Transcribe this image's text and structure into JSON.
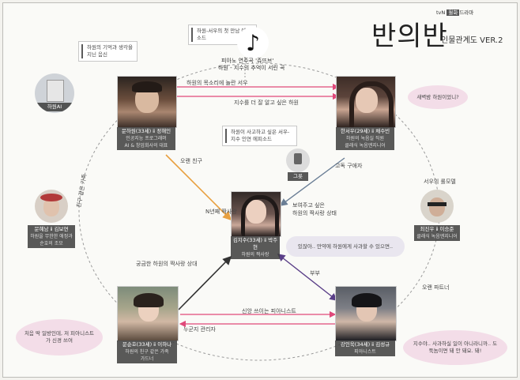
{
  "header": {
    "network": "tvN",
    "slot1": "월화",
    "slot2": "드라마",
    "title": "반의반",
    "subtitle": "인물관계도 VER.2"
  },
  "music": {
    "note_text": "하원-서우의 첫 만남 에피소드",
    "line1": "피아노 연주곡 '쥬뜨브'",
    "line2": "하원 - 지수의 추억이 서린 곡"
  },
  "ai_device": {
    "label": "하원AI",
    "note": "하원의 기억과 생각을 지닌 음신"
  },
  "characters": {
    "hawon": {
      "name": "문하원(33세) ⅱ 정해인",
      "desc1": "인공지능 프로그래머",
      "desc2": "AI & 창업회사의 대표"
    },
    "seowoo": {
      "name": "한서우(29세) ⅱ 채수빈",
      "desc1": "하원의 녹음실 직원",
      "desc2": "클래식 녹음엔지니어"
    },
    "jisu": {
      "name": "김지수(33세) ⅱ 박주현",
      "desc1": "하원의 짝사랑"
    },
    "sunho": {
      "name": "문순호(33세) ⅱ 이하나",
      "desc1": "하원의 친구 같은 가족",
      "desc2": "가드너"
    },
    "inwook": {
      "name": "강인욱(34세) ⅱ 김성규",
      "desc1": "피아니스트"
    },
    "jinwoo": {
      "name": "최진우 ⅱ 이승준",
      "desc1": "클래식 녹음엔지니어"
    },
    "mijung": {
      "name": "문혜남 ⅱ 김보연",
      "desc1": "하원을 무한한 애정과",
      "desc2": "순호의 조모"
    }
  },
  "relations": {
    "hawon_seowoo_top": "하원의 목소리에 놀란 서우",
    "hawon_seowoo_bottom": "지수를 더 잘 알고 싶은 하원",
    "hawon_jisu_mid": "오랜 친구",
    "jisu_side": "N년째 짝사랑",
    "seowoo_jisu": "고독 구애자",
    "jisu_right1": "보여주고 싶은",
    "jisu_right2": "하원의 짝사랑 상태",
    "sunho_jisu": "궁금한 하원의 짝사랑 상대",
    "left_circle": "친구 같은 가족",
    "jisu_inwook": "부부",
    "sunho_inwook_top": "신앙 쓰이는 피아니스트",
    "sunho_inwook_bottom": "누군지 관리자",
    "seowoo_jinwoo": "서우의 롤모델",
    "jinwoo_inwook": "오랜 파트너",
    "robot_label": "그릇",
    "robot_note": "하원이 사고하고 싶은 서우-지수 인연 에피소드"
  },
  "bubbles": {
    "seowoo": "새벽밤 하원이었니?",
    "jisu_quote": "있잖아.. 만약에 하원에게 사과할 수 있으면..",
    "sunho": "처음 딱 일방인데, 저 피아니스트가 신경 쓰여",
    "inwook": "지수야.. 사과하실 일이 아니라니까.. 도둑놈이면 돼 안 돼요. 돼!"
  },
  "colors": {
    "orange": "#e8a040",
    "dark": "#333333",
    "blue": "#6a7e95",
    "purple": "#5a3f88",
    "pink": "#e0497a",
    "bubble_pink": "#f3dde8"
  }
}
